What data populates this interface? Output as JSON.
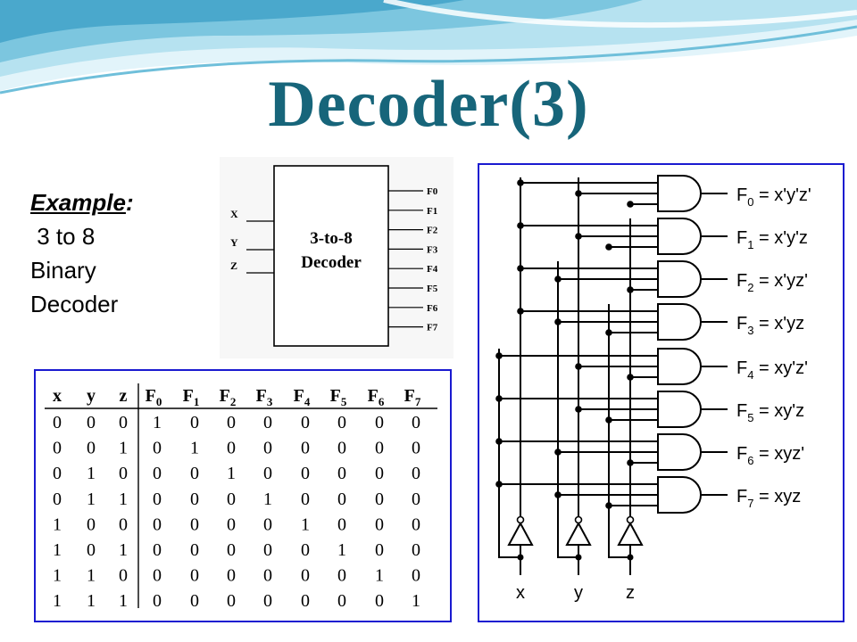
{
  "title": "Decoder(3)",
  "example": {
    "heading": "Example",
    "colon": ":",
    "lines": [
      " 3 to 8",
      "Binary",
      "Decoder"
    ]
  },
  "block_diagram": {
    "label_line1": "3-to-8",
    "label_line2": "Decoder",
    "inputs": [
      "X",
      "Y",
      "Z"
    ],
    "outputs": [
      "F0",
      "F1",
      "F2",
      "F3",
      "F4",
      "F5",
      "F6",
      "F7"
    ]
  },
  "truth_table": {
    "input_headers": [
      "x",
      "y",
      "z"
    ],
    "output_headers": [
      {
        "base": "F",
        "sub": "0"
      },
      {
        "base": "F",
        "sub": "1"
      },
      {
        "base": "F",
        "sub": "2"
      },
      {
        "base": "F",
        "sub": "3"
      },
      {
        "base": "F",
        "sub": "4"
      },
      {
        "base": "F",
        "sub": "5"
      },
      {
        "base": "F",
        "sub": "6"
      },
      {
        "base": "F",
        "sub": "7"
      }
    ],
    "rows": [
      [
        "0",
        "0",
        "0",
        "1",
        "0",
        "0",
        "0",
        "0",
        "0",
        "0",
        "0"
      ],
      [
        "0",
        "0",
        "1",
        "0",
        "1",
        "0",
        "0",
        "0",
        "0",
        "0",
        "0"
      ],
      [
        "0",
        "1",
        "0",
        "0",
        "0",
        "1",
        "0",
        "0",
        "0",
        "0",
        "0"
      ],
      [
        "0",
        "1",
        "1",
        "0",
        "0",
        "0",
        "1",
        "0",
        "0",
        "0",
        "0"
      ],
      [
        "1",
        "0",
        "0",
        "0",
        "0",
        "0",
        "0",
        "1",
        "0",
        "0",
        "0"
      ],
      [
        "1",
        "0",
        "1",
        "0",
        "0",
        "0",
        "0",
        "0",
        "1",
        "0",
        "0"
      ],
      [
        "1",
        "1",
        "0",
        "0",
        "0",
        "0",
        "0",
        "0",
        "0",
        "1",
        "0"
      ],
      [
        "1",
        "1",
        "1",
        "0",
        "0",
        "0",
        "0",
        "0",
        "0",
        "0",
        "1"
      ]
    ]
  },
  "circuit": {
    "input_labels": [
      "x",
      "y",
      "z"
    ],
    "outputs": [
      {
        "base": "F",
        "sub": "0",
        "expr": " = x'y'z'"
      },
      {
        "base": "F",
        "sub": "1",
        "expr": " = x'y'z"
      },
      {
        "base": "F",
        "sub": "2",
        "expr": " = x'yz'"
      },
      {
        "base": "F",
        "sub": "3",
        "expr": " = x'yz"
      },
      {
        "base": "F",
        "sub": "4",
        "expr": " = xy'z'"
      },
      {
        "base": "F",
        "sub": "5",
        "expr": " = xy'z"
      },
      {
        "base": "F",
        "sub": "6",
        "expr": " = xyz'"
      },
      {
        "base": "F",
        "sub": "7",
        "expr": " = xyz"
      }
    ]
  },
  "colors": {
    "title": "#17657a",
    "box_border": "#1a1ad0",
    "wave_light": "#d4eef6",
    "wave_mid": "#8fd0e6",
    "wave_dark": "#3f9cc0"
  }
}
